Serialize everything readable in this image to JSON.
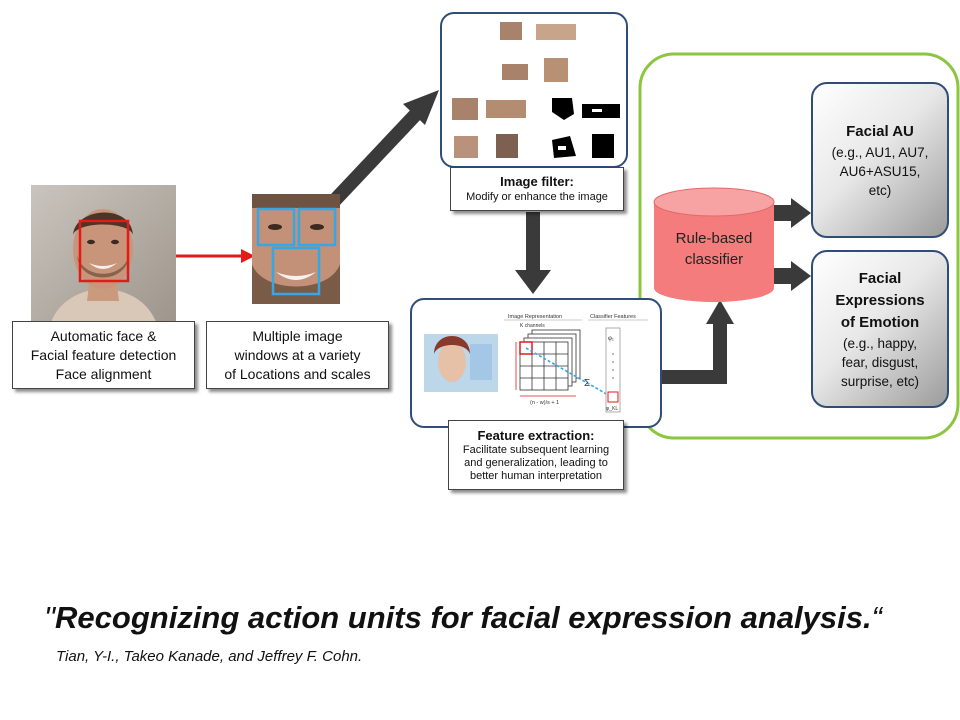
{
  "steps": {
    "detection": {
      "lines": [
        "Automatic face &",
        "Facial feature detection",
        "Face alignment"
      ]
    },
    "windows": {
      "lines": [
        "Multiple image",
        "windows at a variety",
        "of Locations and scales"
      ]
    },
    "image_filter": {
      "title": "Image filter:",
      "desc": "Modify or enhance the image"
    },
    "feature_extraction": {
      "title": "Feature extraction:",
      "lines": [
        "Facilitate subsequent learning",
        "and generalization, leading to",
        "better human interpretation"
      ],
      "figure": {
        "header_left": "Image Representation",
        "header_right": "Classifier Features",
        "k_channels": "K channels",
        "formula": "(n - w)/s + 1",
        "sigma": "Σ",
        "phi_top": "φ₁",
        "phi_bottom": "φ_KL"
      }
    }
  },
  "classifier": {
    "lines": [
      "Rule-based",
      "classifier"
    ]
  },
  "outputs": {
    "facial_au": {
      "title": "Facial AU",
      "sub_lines": [
        "(e.g., AU1, AU7,",
        "AU6+ASU15,",
        "etc)"
      ]
    },
    "facial_expressions": {
      "title_lines": [
        "Facial",
        "Expressions",
        "of Emotion"
      ],
      "sub_lines": [
        "(e.g., happy,",
        "fear, disgust,",
        "surprise, etc)"
      ]
    }
  },
  "citation": {
    "open_quote": "\"",
    "title": "Recognizing action units for facial expression analysis.",
    "close_quote": "“",
    "authors": "Tian, Y-I., Takeo Kanade, and Jeffrey F. Cohn."
  },
  "colors": {
    "box_border": "#2f4d78",
    "green_frame": "#8cc63f",
    "classifier_fill": "#f47c7c",
    "red_arrow": "#e21a1a",
    "window_blue": "#35a7e6",
    "dark_arrow": "#3a3a3a"
  },
  "icons": [
    "face-photo",
    "face-crop-photo",
    "cropped-feature-patches",
    "feature-grid-figure",
    "cylinder-shape"
  ]
}
